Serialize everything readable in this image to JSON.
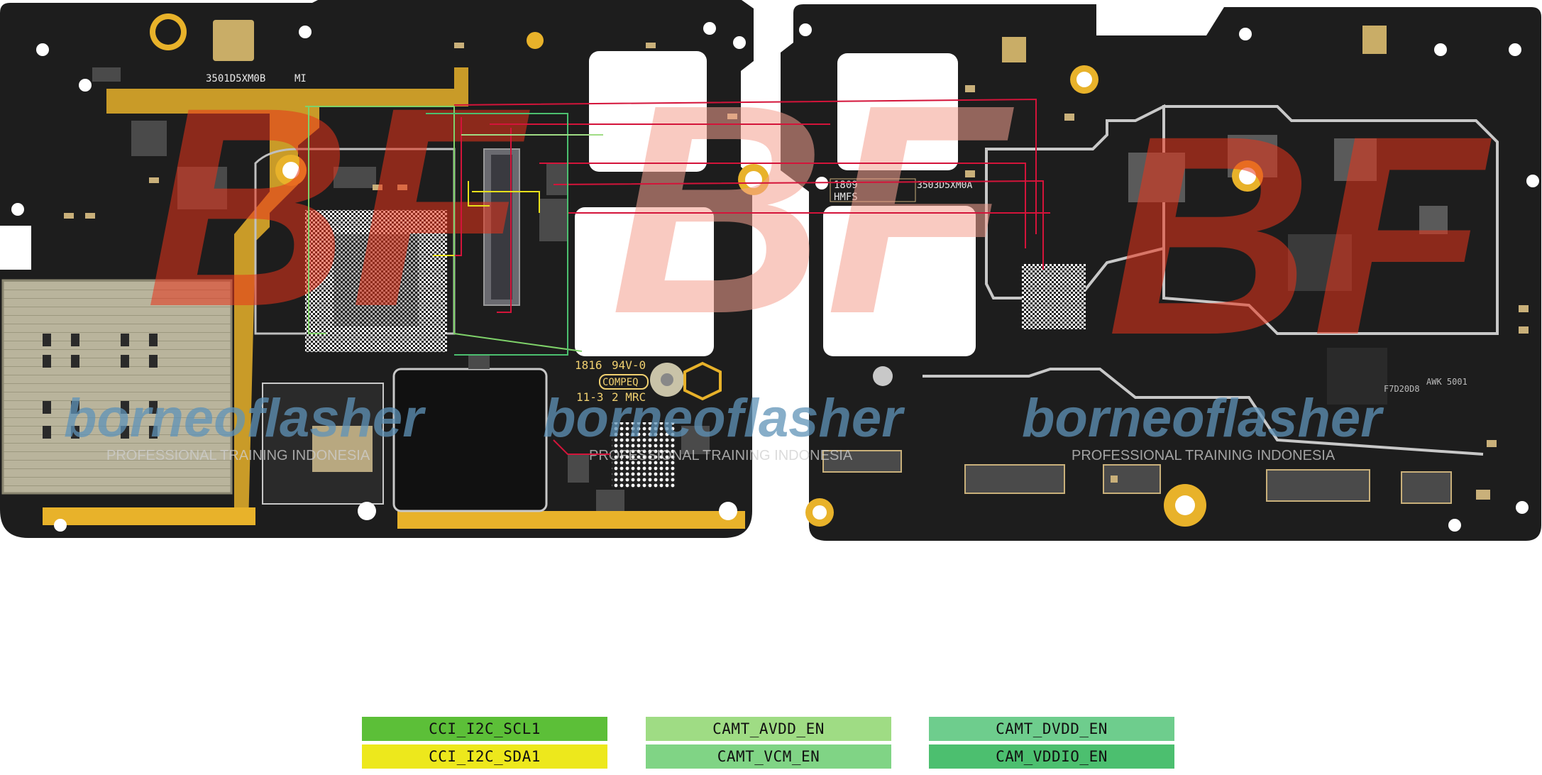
{
  "board": {
    "left_labels": {
      "part_no": "3501D5XM0B",
      "brand": "MI",
      "date": "1816",
      "rating": "94V-0",
      "maker": "COMPEQ",
      "lot": "11-3",
      "lot2": "2 MRC"
    },
    "right_labels": {
      "part_no": "3503D5XM0A",
      "code1": "1809",
      "code2": "HMFS",
      "chip1": "AWK 5001",
      "chip2": "F7D20D8"
    },
    "colors": {
      "pcb": "#1b1b1b",
      "gold": "#e6b12c",
      "trace_red": "#d4143a",
      "trace_green": "#7fd26a",
      "trace_yellow": "#e8e11a",
      "watermark_red": "#e8341a",
      "watermark_blue": "#5f93b8"
    }
  },
  "watermark": {
    "brand": "borneoflasher",
    "tagline": "PROFESSIONAL TRAINING INDONESIA",
    "logo": "BF"
  },
  "legend": [
    {
      "label": "CCI_I2C_SCL1",
      "color": "#5cbf38"
    },
    {
      "label": "CAMT_AVDD_EN",
      "color": "#9fdc84"
    },
    {
      "label": "CAMT_DVDD_EN",
      "color": "#6ecd8d"
    },
    {
      "label": "CCI_I2C_SDA1",
      "color": "#ede81c"
    },
    {
      "label": "CAMT_VCM_EN",
      "color": "#80d485"
    },
    {
      "label": "CAM_VDDIO_EN",
      "color": "#4cbf6f"
    }
  ]
}
